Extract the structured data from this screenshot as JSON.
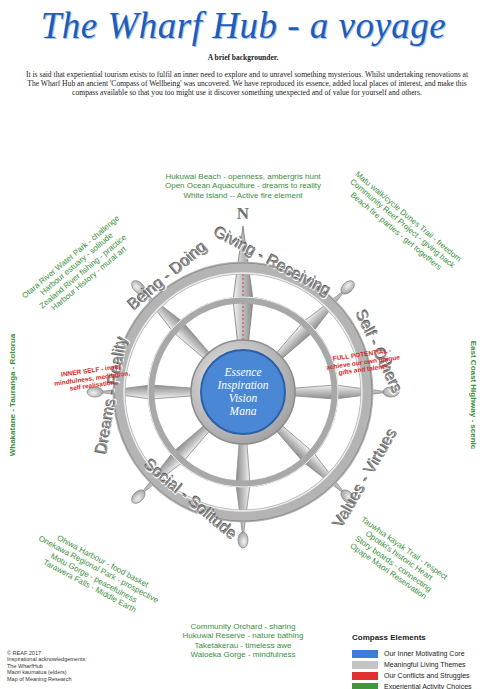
{
  "diagram": {
    "title": "The Wharf Hub - a voyage",
    "nodes": [
      {
        "text": [
          "Essence Inspiration Vision Mana"
        ]
      }
    ],
    "labels": [
      "A brief backgrounder.",
      "It is said that experiential tourism exists to fulfil an inner need to explore and to unravel something mysterious. Whilst undertaking renovations at The Wharf Hub an ancient 'Compass of Wellbeing' was uncovered. We have reproduced its essence, added local places of interest, and make this compass available so that you too might use it discover something unexpected and of value for yourself and others.",
      "N",
      "Hukuwai Beach - openness, ambergris hunt",
      "Open Ocean Aquaculture - dreams to reality",
      "White Island -- Active fire element",
      "Matu walk/cycle Dunes Trail - freedom",
      "Community Reef Project - giving back",
      "Beach fire parties - get togethers",
      "Otara River Water Park - challenge",
      "Harbour estuary - solitude",
      "Zealand River fishing - practice",
      "Harbour History - mural art",
      "Whakatane - Tauranga - Rotorua",
      "East Coast Highway - scenic",
      "Being - Doing",
      "Giving - Receiving",
      "Self - Others",
      "Values - Virtues",
      "Social - Solitude",
      "Dreams - Reality",
      "INNER SELF - inner mindfulness, meditation, self realisation.",
      "FULL POTENTIAL - achieve our own unique gifts and talents.",
      "Tauwhia kayak Trail - respect",
      "Opotiki's historic Heart",
      "Story boards - connecting",
      "Opape Maori Reservation",
      "Ohiwa Harbour - food basket",
      "Onekawa Regional Park - prospective",
      "Motu Gorge - peacefulness",
      "Tarawera Falls - Middle Earth",
      "Community Orchard - sharing",
      "Hukuwai Reserve - nature bathing",
      "Taketakerau - timeless awe",
      "Waioeka Gorge - mindfulness",
      "© REAF 2017",
      "Inspirational acknowledgements:",
      "The WharfHub",
      "Maori kaumatua (elders)",
      "Map of Meaning Research",
      "Compass Elements"
    ],
    "legend": [
      {
        "text": "Our Inner Motivating Core",
        "color": "#3b7dd8"
      },
      {
        "text": "Meaningful Living Themes",
        "color": "#c4c4c4"
      },
      {
        "text": "Our Conflicts and Struggles",
        "color": "#e03030"
      },
      {
        "text": "Experiential Activity Choices",
        "color": "#3c9a3c"
      }
    ]
  }
}
